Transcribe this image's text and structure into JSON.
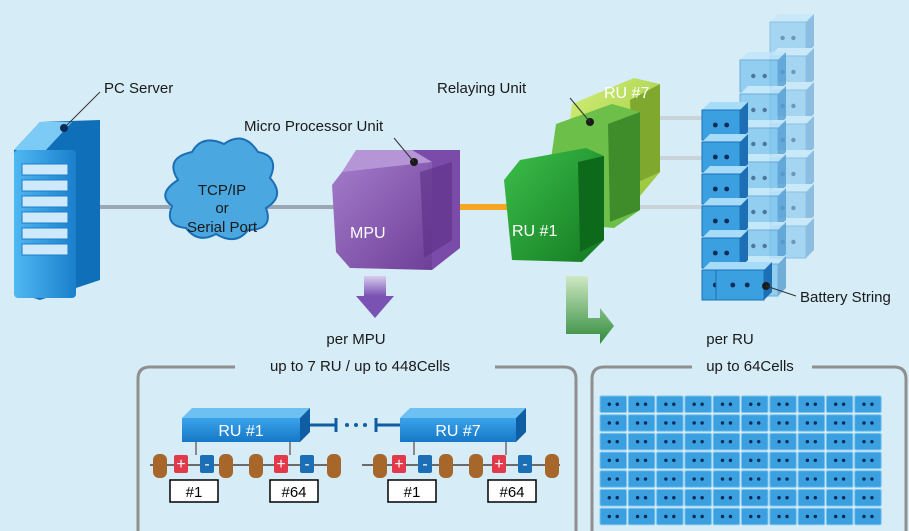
{
  "labels": {
    "pc_server": "PC Server",
    "network_line1": "TCP/IP",
    "network_line2": "or",
    "network_line3": "Serial Port",
    "mpu_caption": "Micro Processor Unit",
    "mpu": "MPU",
    "relaying_unit": "Relaying Unit",
    "ru1": "RU #1",
    "ru7": "RU #7",
    "battery_string": "Battery String"
  },
  "mpu_panel": {
    "title": "per MPU",
    "subtitle": "up to 7 RU / up to 448Cells",
    "ru_left": "RU #1",
    "ru_right": "RU #7",
    "cells": [
      "#1",
      "#64",
      "#1",
      "#64"
    ],
    "plus": "+",
    "minus": "-"
  },
  "ru_panel": {
    "title": "per RU",
    "subtitle": "up to 64Cells",
    "grid_rows": 7,
    "grid_cols": 10
  },
  "colors": {
    "background": "#d6ecf6",
    "server_blue": "#1b8fd8",
    "cloud_blue": "#4aa7e0",
    "mpu_purple": "#8a5cb0",
    "ru1_green": "#1f9a2e",
    "ru7_green": "#a9d63a",
    "battery_blue": "#3aa0e0",
    "link_orange": "#f5a623"
  }
}
